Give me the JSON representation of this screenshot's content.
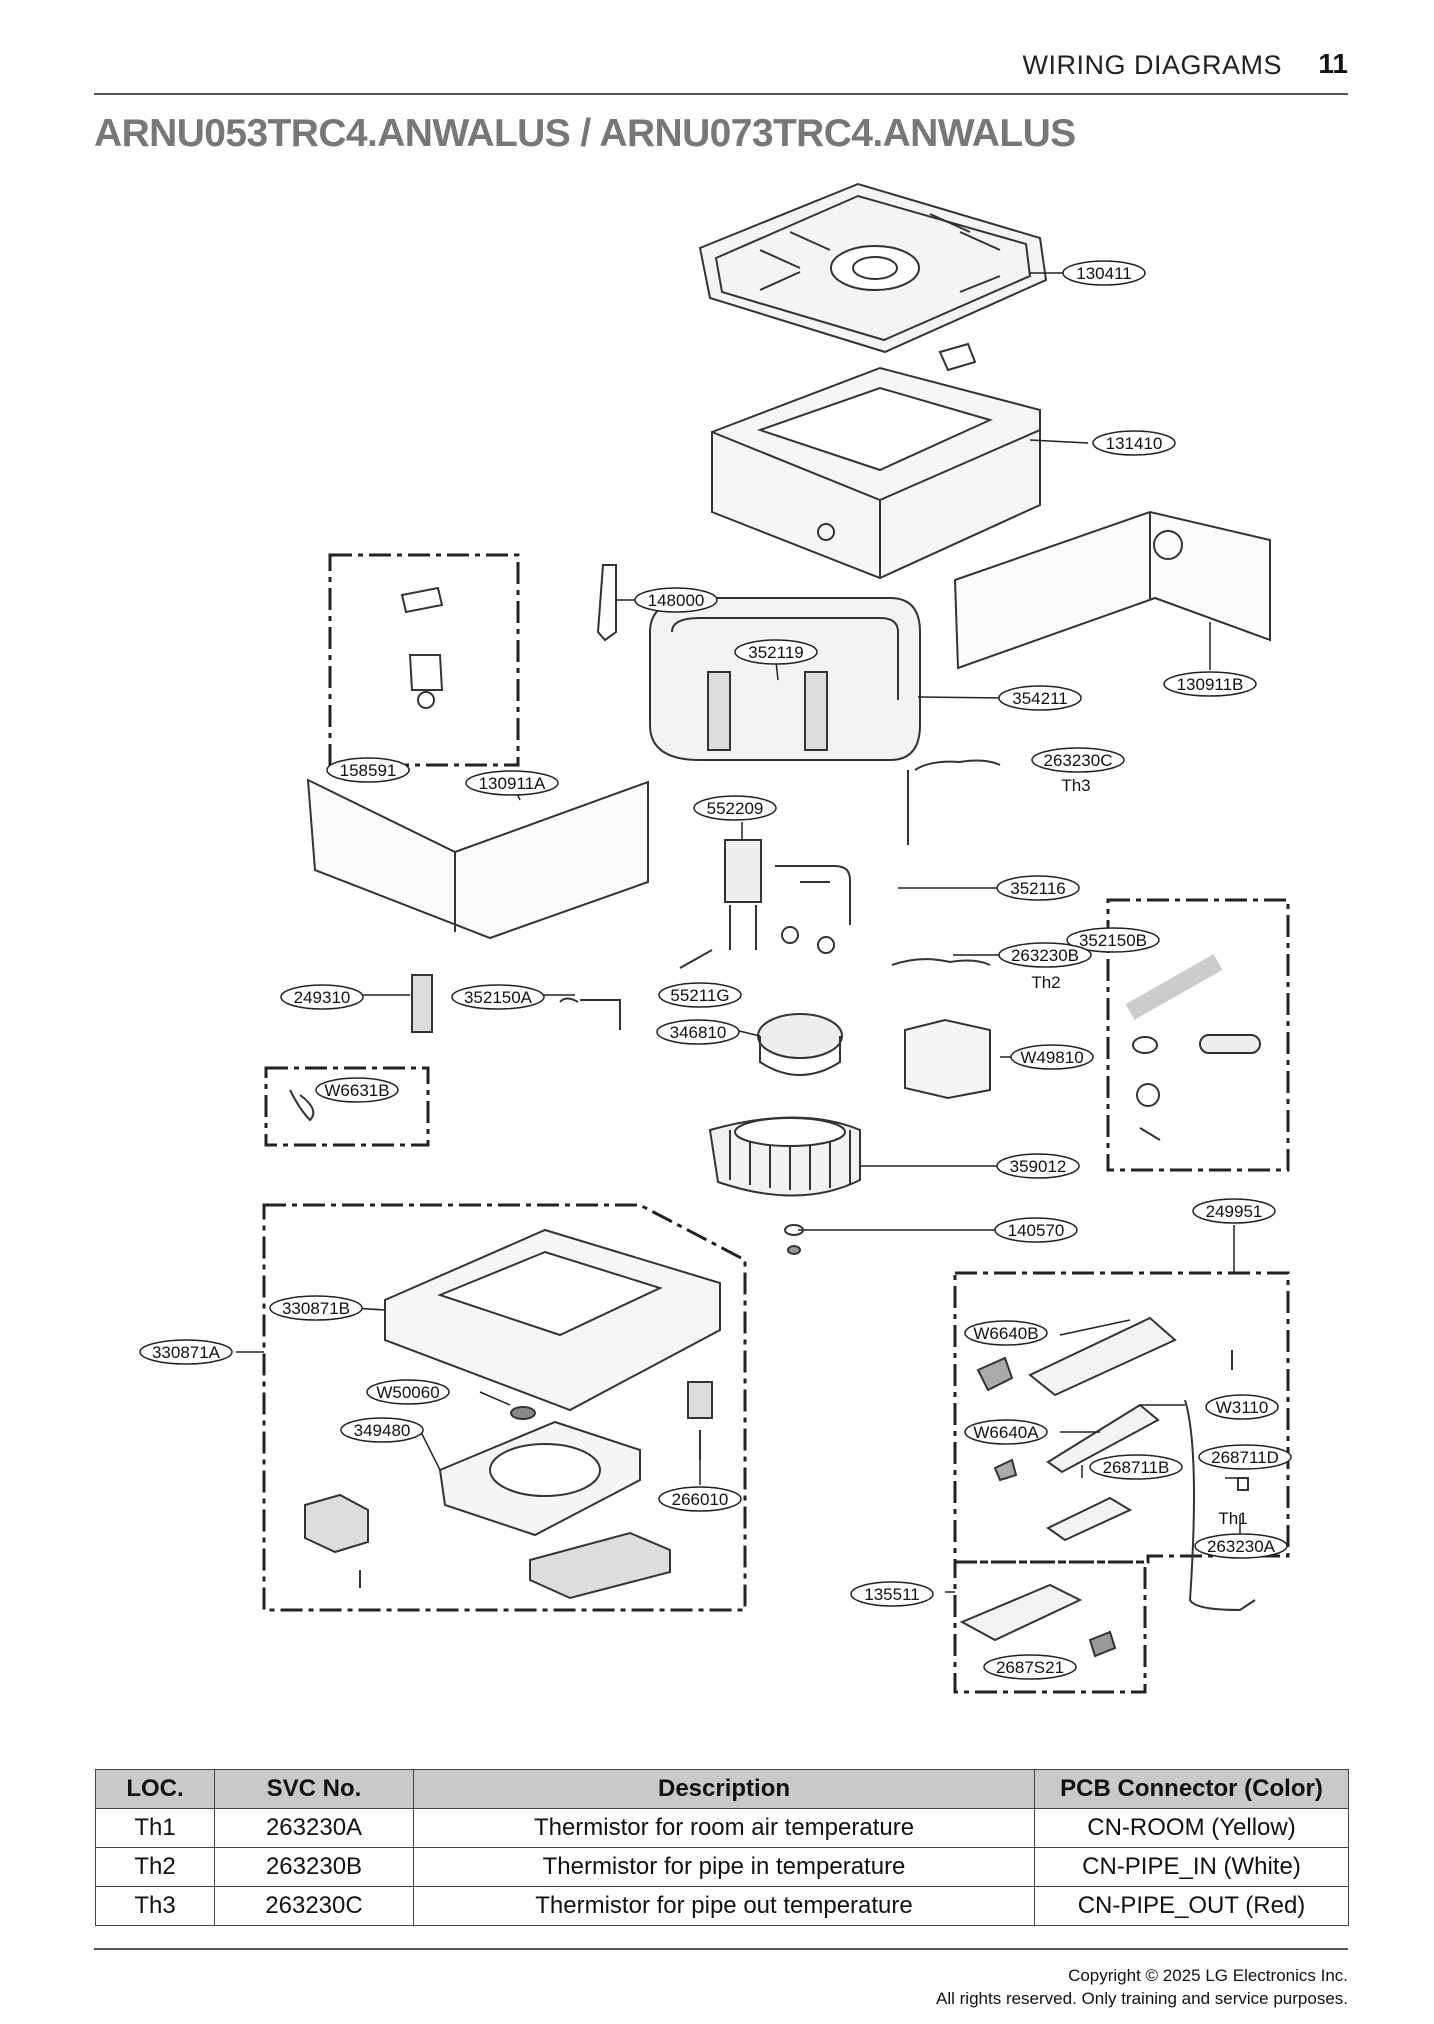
{
  "header": {
    "section": "WIRING DIAGRAMS",
    "page_number": "11"
  },
  "title": "ARNU053TRC4.ANWALUS / ARNU073TRC4.ANWALUS",
  "callouts": [
    {
      "label": "130411"
    },
    {
      "label": "131410"
    },
    {
      "label": "148000"
    },
    {
      "label": "352119"
    },
    {
      "label": "354211"
    },
    {
      "label": "130911B"
    },
    {
      "label": "158591"
    },
    {
      "label": "130911A"
    },
    {
      "label": "263230C"
    },
    {
      "label": "552209"
    },
    {
      "label": "352116"
    },
    {
      "label": "352150B"
    },
    {
      "label": "263230B"
    },
    {
      "label": "249310"
    },
    {
      "label": "352150A"
    },
    {
      "label": "55211G"
    },
    {
      "label": "346810"
    },
    {
      "label": "W49810"
    },
    {
      "label": "W6631B"
    },
    {
      "label": "359012"
    },
    {
      "label": "140570"
    },
    {
      "label": "249951"
    },
    {
      "label": "330871B"
    },
    {
      "label": "330871A"
    },
    {
      "label": "W6640B"
    },
    {
      "label": "W50060"
    },
    {
      "label": "W3110"
    },
    {
      "label": "349480"
    },
    {
      "label": "W6640A"
    },
    {
      "label": "268711D"
    },
    {
      "label": "268711B"
    },
    {
      "label": "266010"
    },
    {
      "label": "263230A"
    },
    {
      "label": "135511"
    },
    {
      "label": "2687S21"
    }
  ],
  "thermistor_marks": {
    "th1": "Th1",
    "th2": "Th2",
    "th3": "Th3"
  },
  "table": {
    "headers": [
      "LOC.",
      "SVC No.",
      "Description",
      "PCB Connector (Color)"
    ],
    "rows": [
      [
        "Th1",
        "263230A",
        "Thermistor for room air temperature",
        "CN-ROOM (Yellow)"
      ],
      [
        "Th2",
        "263230B",
        "Thermistor for pipe in temperature",
        "CN-PIPE_IN (White)"
      ],
      [
        "Th3",
        "263230C",
        "Thermistor for pipe out temperature",
        "CN-PIPE_OUT (Red)"
      ]
    ]
  },
  "footer": {
    "copyright": "Copyright © 2025 LG Electronics Inc.",
    "rights": "All rights reserved. Only training and service purposes."
  }
}
